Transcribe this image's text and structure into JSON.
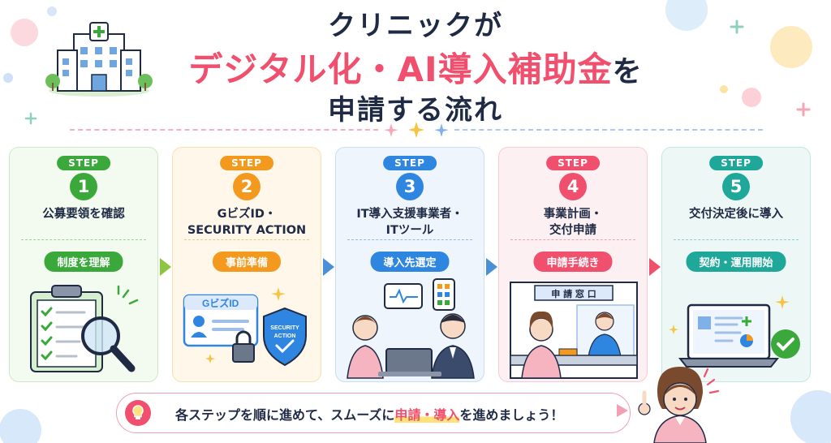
{
  "title": {
    "line1": "クリニックが",
    "line2_highlight": "デジタル化・AI導入補助金",
    "line2_particle": "を",
    "line3": "申請する流れ"
  },
  "steps": [
    {
      "pill": "STEP",
      "number": "1",
      "title_line1": "公募要領を確認",
      "title_line2": "",
      "sub_label": "制度を理解",
      "color": "#3aa83a",
      "bg": "#f3faf0",
      "border": "#cfe9c6",
      "icon": "clipboard-magnifier-icon"
    },
    {
      "pill": "STEP",
      "number": "2",
      "title_line1": "GビズID・",
      "title_line2": "SECURITY ACTION",
      "sub_label": "事前準備",
      "color": "#f39a1e",
      "bg": "#fff7ea",
      "border": "#f9e0b4",
      "icon": "gbizid-security-icon"
    },
    {
      "pill": "STEP",
      "number": "3",
      "title_line1": "IT導入支援事業者・",
      "title_line2": "ITツール",
      "sub_label": "導入先選定",
      "color": "#2f86e0",
      "bg": "#eef5fd",
      "border": "#c9ddf5",
      "icon": "consultation-illustration"
    },
    {
      "pill": "STEP",
      "number": "4",
      "title_line1": "事業計画・",
      "title_line2": "交付申請",
      "sub_label": "申請手続き",
      "color": "#f0506e",
      "bg": "#fdf0f2",
      "border": "#f6cdd5",
      "icon": "application-window-illustration"
    },
    {
      "pill": "STEP",
      "number": "5",
      "title_line1": "交付決定後に導入",
      "title_line2": "",
      "sub_label": "契約・運用開始",
      "color": "#1fa89a",
      "bg": "#edf8f6",
      "border": "#c4e8e2",
      "icon": "laptop-check-icon"
    }
  ],
  "step2_illustration": {
    "card_label": "GビズID",
    "shield_line1": "SECURITY",
    "shield_line2": "ACTION"
  },
  "step4_illustration": {
    "window_sign": "申 請 窓 口"
  },
  "banner": {
    "prefix": "各ステップを順に進めて、スムーズに",
    "highlight": "申請・導入",
    "suffix": "を進めましょう！"
  },
  "colors": {
    "accent_pink": "#f0506e",
    "navy": "#1f2a44"
  }
}
